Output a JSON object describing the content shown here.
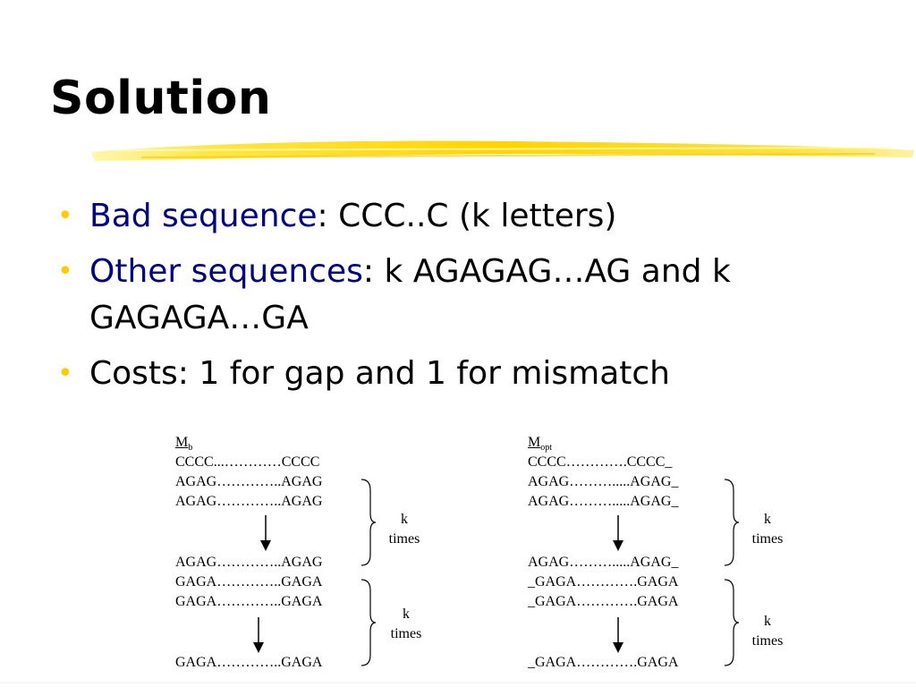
{
  "slide": {
    "title": "Solution"
  },
  "bullets": [
    {
      "highlight": "Bad sequence",
      "rest": ": CCC..C (k letters)"
    },
    {
      "highlight": "Other sequences",
      "rest": ": k AGAGAG…AG and k GAGAGA…GA"
    },
    {
      "highlight": "",
      "rest": "Costs: 1 for gap and 1 for mismatch"
    }
  ],
  "figures": {
    "left": {
      "label_main": "M",
      "label_sub": "b",
      "rows": [
        "CCCC...…………CCCC",
        "AGAG…………..AGAG",
        "AGAG…………..AGAG",
        "AGAG…………..AGAG",
        "GAGA…………..GAGA",
        "GAGA…………..GAGA",
        "GAGA…………..GAGA"
      ],
      "k1": "k",
      "times1": "times",
      "k2": "k",
      "times2": "times"
    },
    "right": {
      "label_main": "M",
      "label_sub": "opt",
      "rows": [
        "CCCC………….CCCC_",
        "AGAG……….....AGAG_",
        "AGAG……….....AGAG_",
        "AGAG……….....AGAG_",
        "_GAGA………….GAGA",
        "_GAGA………….GAGA",
        "_GAGA………….GAGA"
      ],
      "k1": "k",
      "times1": "times",
      "k2": "k",
      "times2": "times"
    }
  },
  "colors": {
    "bullet": "#ffcc00",
    "highlight": "#000080",
    "stroke": "#ffd700"
  }
}
